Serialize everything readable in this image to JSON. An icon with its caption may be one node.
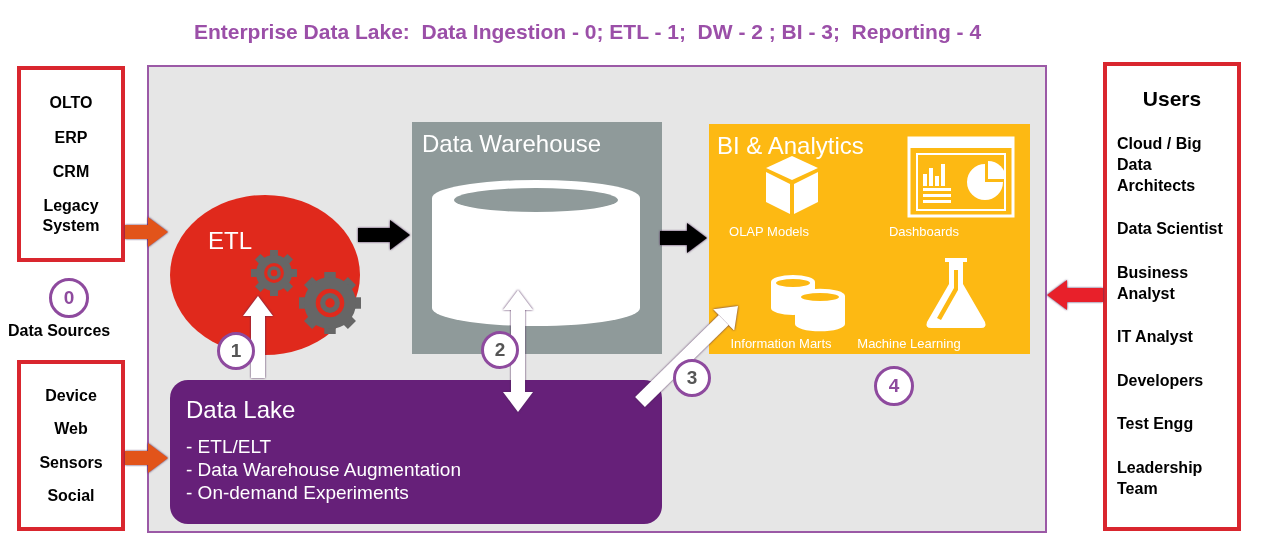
{
  "diagram": {
    "title": "Enterprise Data Lake:  Data Ingestion - 0; ETL - 1;  DW - 2 ; BI - 3;  Reporting - 4",
    "nodes": [
      {
        "text": [
          "OLTO",
          "ERP",
          "CRM",
          "Legacy System"
        ]
      },
      {
        "text": [
          "Device",
          "Web",
          "Sensors",
          "Social"
        ]
      },
      {
        "text": [],
        "shape": "box"
      },
      {
        "text": [
          "ETL"
        ],
        "in": 2
      },
      {
        "text": [
          "Data Warehouse"
        ],
        "in": 2
      },
      {
        "text": [
          "BI & Analytics",
          "OLAP Models",
          "Dashboards",
          "Information Marts",
          "Machine Learning"
        ],
        "in": 2
      },
      {
        "text": [
          "Data Lake",
          "- ETL/ELT",
          "- Data Warehouse Augmentation",
          "- On-demand Experiments"
        ],
        "in": 2
      },
      {
        "text": [
          "Users",
          "Cloud / Big Data Architects",
          "Data Scientist",
          "Business Analyst",
          "IT Analyst",
          "Developers",
          "Test Engg",
          "Leadership Team"
        ]
      }
    ],
    "edges": [
      {
        "from": 0,
        "to": 3,
        "arrow": "to",
        "color": "#e2541a"
      },
      {
        "from": 1,
        "to": 6,
        "arrow": "to",
        "color": "#e2541a"
      },
      {
        "from": 3,
        "to": 4,
        "arrow": "to",
        "color": "#000000"
      },
      {
        "from": 4,
        "to": 5,
        "arrow": "to",
        "color": "#000000"
      },
      {
        "from": 6,
        "to": 3,
        "arrow": "to",
        "label": "1"
      },
      {
        "from": 6,
        "to": 4,
        "arrow": "both",
        "label": "2"
      },
      {
        "from": 6,
        "to": 5,
        "arrow": "to",
        "label": "3"
      },
      {
        "from": 7,
        "to": 2,
        "arrow": "to",
        "color": "#e8202a"
      }
    ],
    "labels": [
      "0",
      "Data Sources",
      "4"
    ]
  }
}
